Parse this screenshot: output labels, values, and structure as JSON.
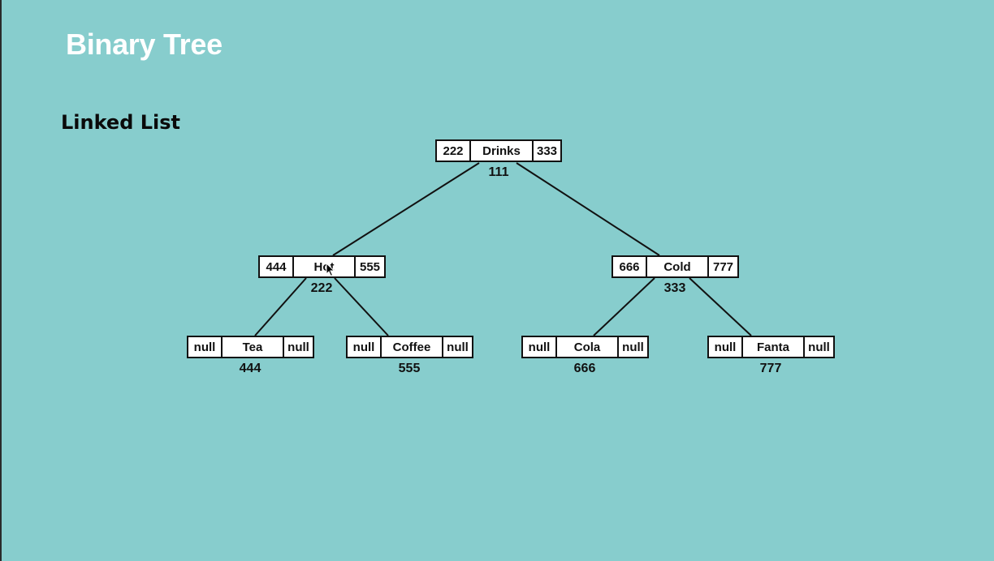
{
  "title": "Binary Tree",
  "subtitle": "Linked List",
  "nodes": {
    "drinks": {
      "left": "222",
      "value": "Drinks",
      "right": "333",
      "address": "111"
    },
    "hot": {
      "left": "444",
      "value": "Hot",
      "right": "555",
      "address": "222"
    },
    "cold": {
      "left": "666",
      "value": "Cold",
      "right": "777",
      "address": "333"
    },
    "tea": {
      "left": "null",
      "value": "Tea",
      "right": "null",
      "address": "444"
    },
    "coffee": {
      "left": "null",
      "value": "Coffee",
      "right": "null",
      "address": "555"
    },
    "cola": {
      "left": "null",
      "value": "Cola",
      "right": "null",
      "address": "666"
    },
    "fanta": {
      "left": "null",
      "value": "Fanta",
      "right": "null",
      "address": "777"
    }
  },
  "colors": {
    "background": "#87cdcd",
    "title": "#ffffff",
    "node_fill": "#ffffff",
    "stroke": "#111111"
  },
  "icons": {
    "cursor": "mouse-pointer-icon"
  }
}
